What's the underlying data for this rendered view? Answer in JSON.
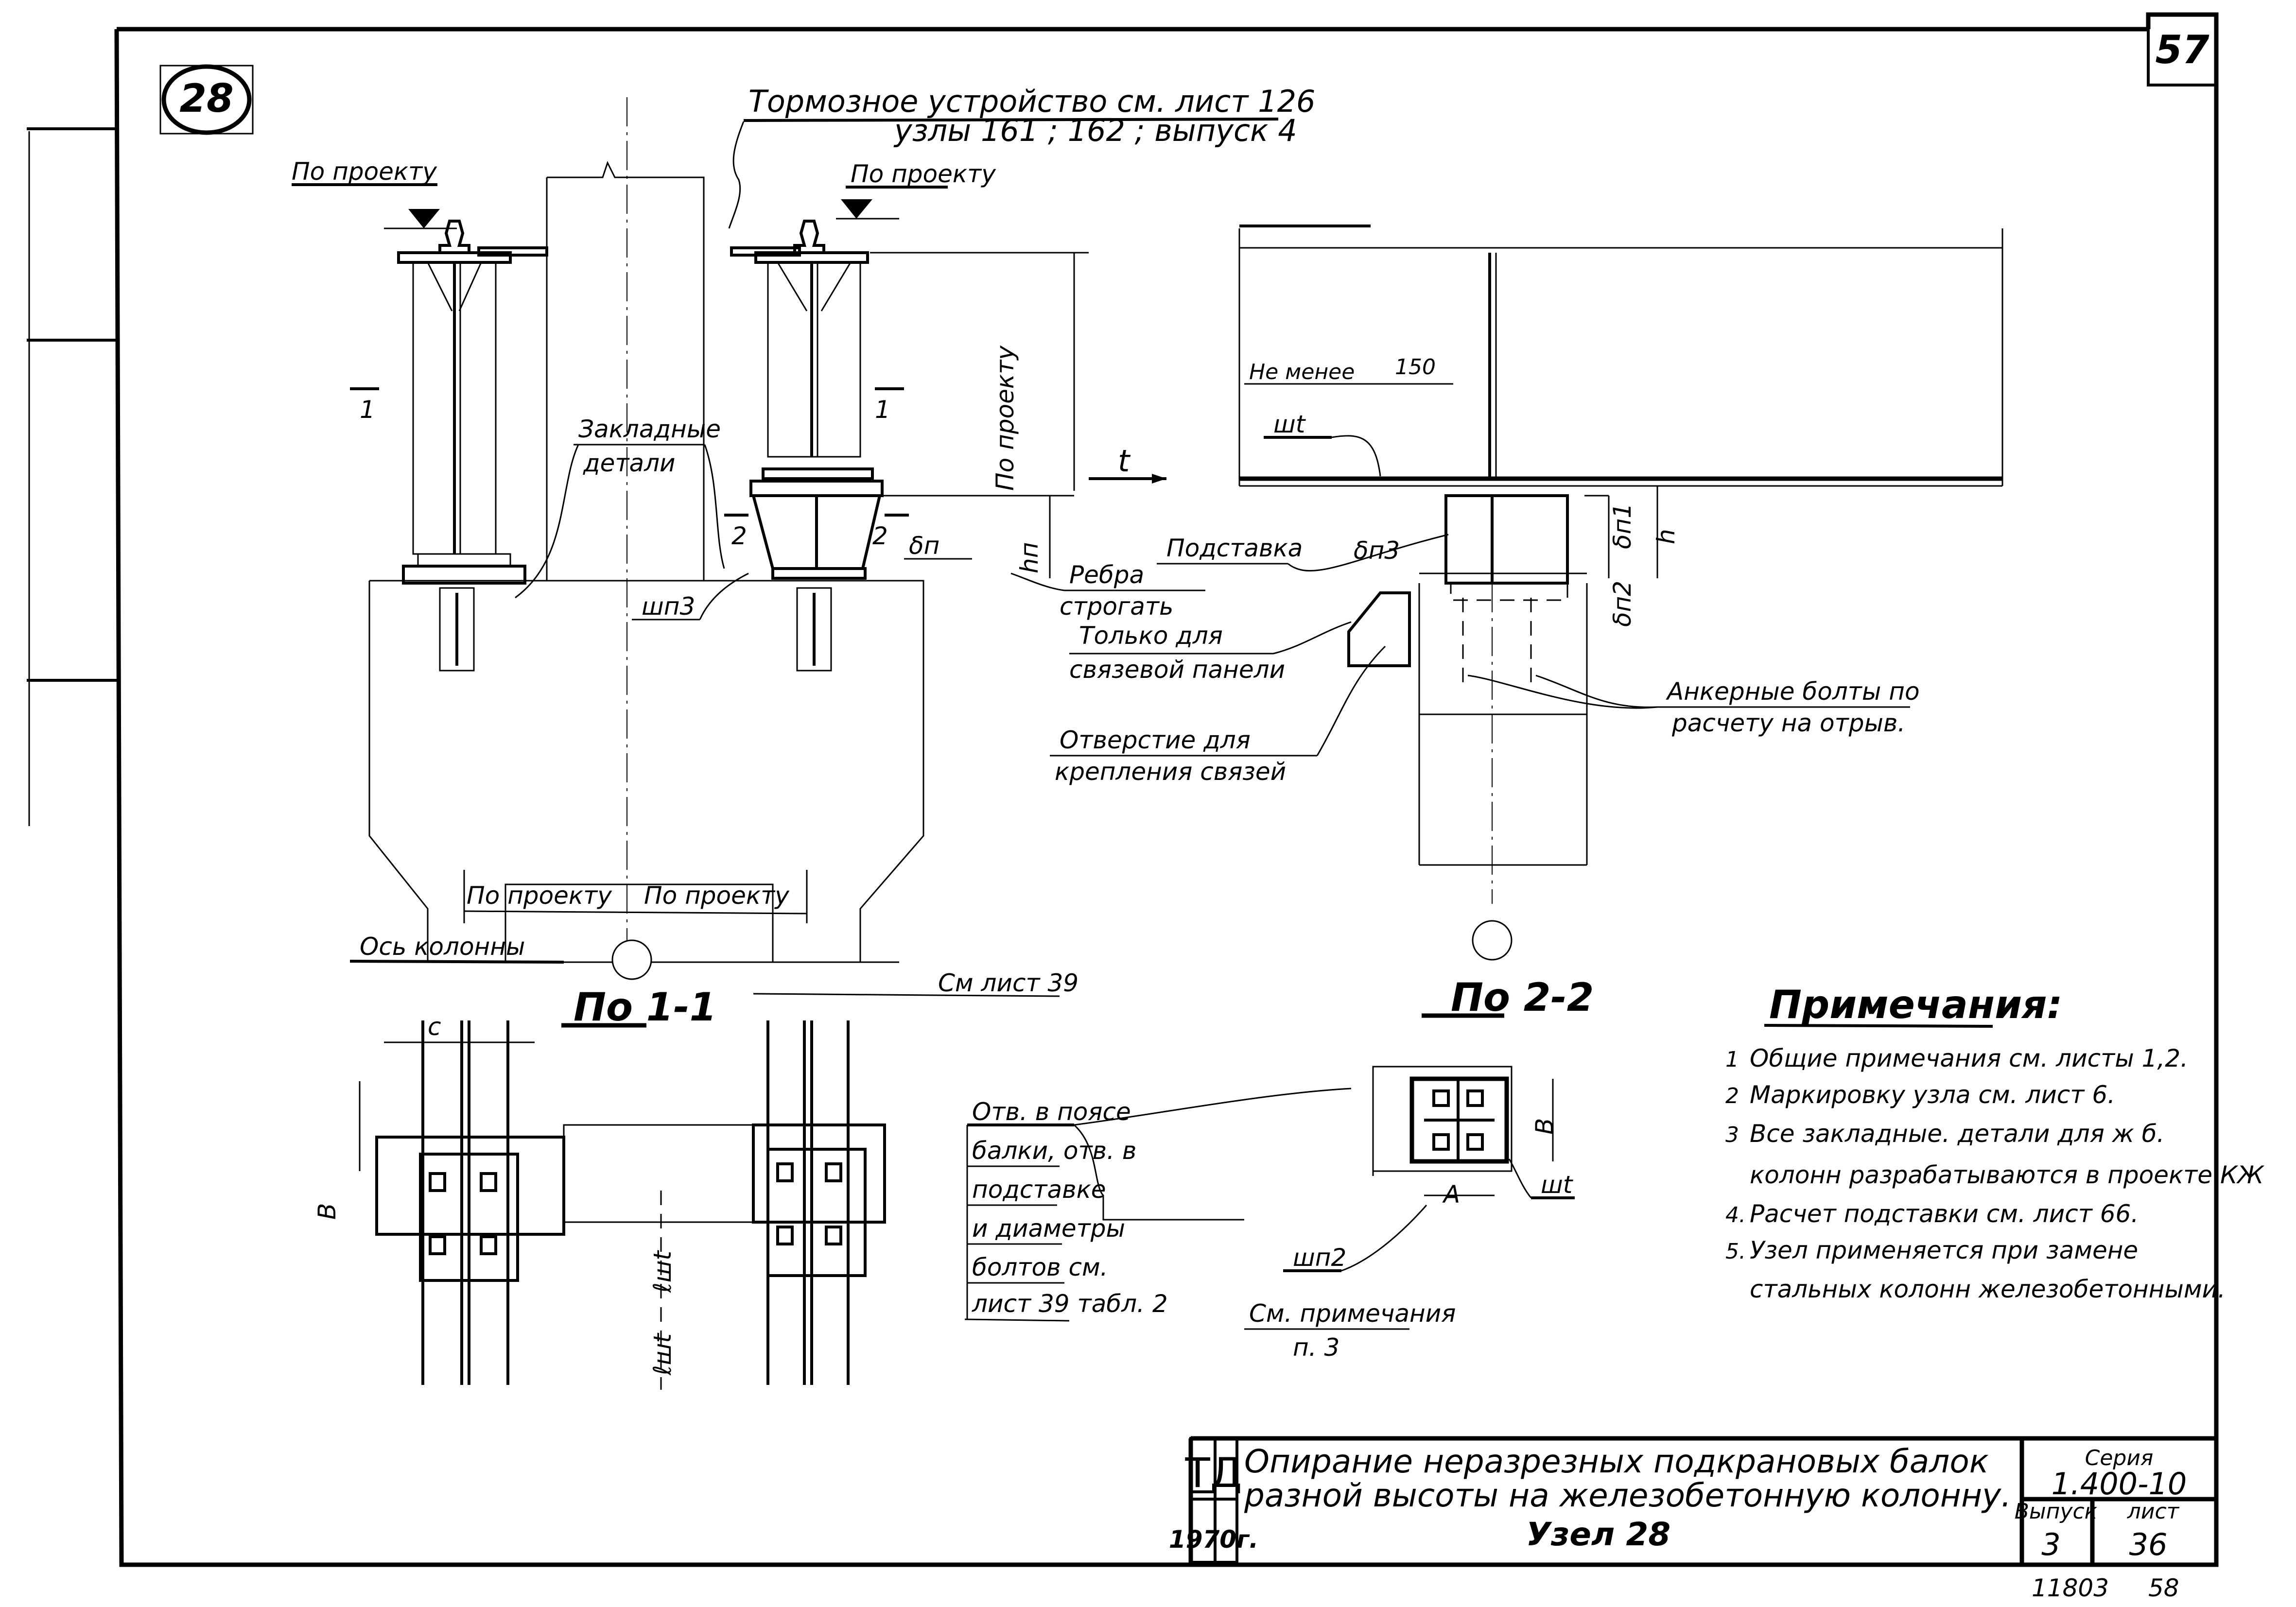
{
  "sheet": {
    "node_badge": "28",
    "page_number": "57"
  },
  "callouts": {
    "brake_line1": "Тормозное  устройство  см. лист 126",
    "brake_line2": "узлы 161 ; 162 ; выпуск 4",
    "po_proektu_left": "По проекту",
    "po_proektu_right": "По проекту",
    "po_proektu_vertical": "По проекту",
    "zakladnye_1": "Закладные",
    "zakladnye_2": "детали",
    "shp3": "шп3",
    "section_1_left": "1",
    "section_1_right": "1",
    "section_2_left": "2",
    "section_2_right": "2",
    "delta_p": "δп",
    "h_p": "hп",
    "rebra_1": "Ребра",
    "rebra_2": "строгать",
    "t_label": "t",
    "ne_menee": "Не менее",
    "dim_150": "150",
    "wt_top": "шt",
    "podstavka": "Подставка",
    "delta_p3": "δп3",
    "delta_p1": "δп1",
    "delta_p2": "δп2",
    "h_label": "h",
    "tolko_1": "Только для",
    "tolko_2": "связевой панели",
    "otverstie_1": "Отверстие для",
    "otverstie_2": "крепления  связей",
    "ankernye_1": "Анкерные болты по",
    "ankernye_2": "расчету на отрыв.",
    "po_proektu_bottom_left": "По проекту",
    "po_proektu_bottom_right": "По проекту",
    "os_kolonny": "Ось колонны",
    "see_sheet_39": "См лист 39"
  },
  "sections": {
    "section_1_1": "По 1-1",
    "section_2_2": "По 2-2"
  },
  "plan_labels": {
    "B_left": "В",
    "C_label": "с",
    "lwt_1": "ℓшt",
    "lwt_2": "ℓшt",
    "holes_1": "Отв. в поясе",
    "holes_2": "балки, отв. в",
    "holes_3": "подставке",
    "holes_4": "и диаметры",
    "holes_5": "болтов  см.",
    "holes_6": "лист 39   табл. 2",
    "shp2": "шп2",
    "see_notes_1": "См. примечания",
    "see_notes_2": "п. 3",
    "A_label": "А",
    "B_right": "В",
    "wt_bottom": "шt"
  },
  "notes": {
    "heading": "Примечания:",
    "items": [
      {
        "num": "1",
        "text": "Общие  примечания см. листы 1,2."
      },
      {
        "num": "2",
        "text": "Маркировку  узла  см. лист 6."
      },
      {
        "num": "3",
        "text": "Все  закладные. детали для ж б."
      },
      {
        "num": "",
        "text": "колонн  разрабатываются в проекте КЖ"
      },
      {
        "num": "4.",
        "text": "Расчет  подставки   см. лист 66."
      },
      {
        "num": "5.",
        "text": "Узел  применяется при замене"
      },
      {
        "num": "",
        "text": "стальных  колонн  железобетонными."
      }
    ]
  },
  "title_block": {
    "org": "ТД",
    "year": "1970г.",
    "title_line1": "Опирание  неразрезных  подкрановых  балок",
    "title_line2": "разной  высоты  на  железобетонную колонну.",
    "title_line3": "Узел 28",
    "series_label": "Серия",
    "series_value": "1.400-10",
    "issue_label": "Выпуск",
    "issue_value": "3",
    "sheet_label": "лист",
    "sheet_value": "36"
  },
  "footer": {
    "archive_number": "11803",
    "archive_page": "58"
  }
}
